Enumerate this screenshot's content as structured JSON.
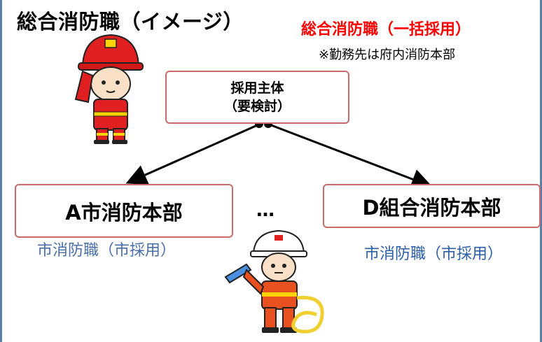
{
  "title": "総合消防職（イメージ）",
  "heading": "総合消防職（一括採用）",
  "note": "※勤務先は府内消防本部",
  "top_box": {
    "line1": "採用主体",
    "line2": "（要検討）"
  },
  "left_box": {
    "label": "A市消防本部",
    "sub": "市消防職（市採用）"
  },
  "right_box": {
    "label": "D組合消防本部",
    "sub": "市消防職（市採用）"
  },
  "ellipsis": "…",
  "colors": {
    "box_border": "#c96b6b",
    "heading": "#ff0000",
    "sub_text": "#4a6fa8",
    "frame": "#5a7fa8"
  },
  "icons": [
    "firefighter-saluting-icon",
    "firefighter-with-hose-icon"
  ]
}
